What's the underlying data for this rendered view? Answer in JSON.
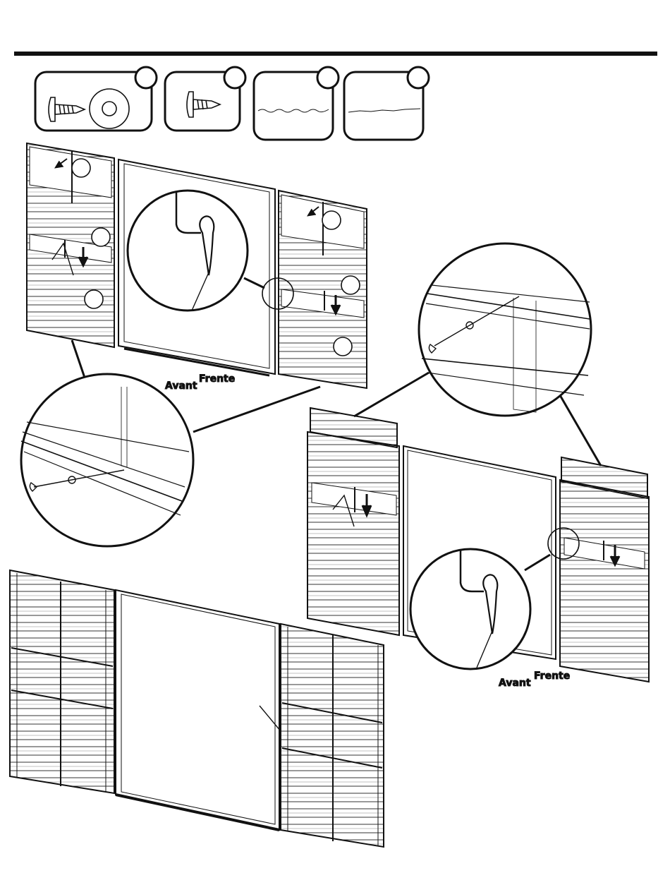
{
  "labels": {
    "avant": "Avant",
    "frente": "Frente"
  },
  "parts": [
    {
      "id": "part-a",
      "content": "screw-and-washer-icon"
    },
    {
      "id": "part-b",
      "content": "screw-icon"
    },
    {
      "id": "part-c",
      "content": "wall-panel-cap-icon"
    },
    {
      "id": "part-d",
      "content": "wall-panel-trim-icon"
    }
  ],
  "colors": {
    "ink": "#111111",
    "paper": "#ffffff"
  }
}
